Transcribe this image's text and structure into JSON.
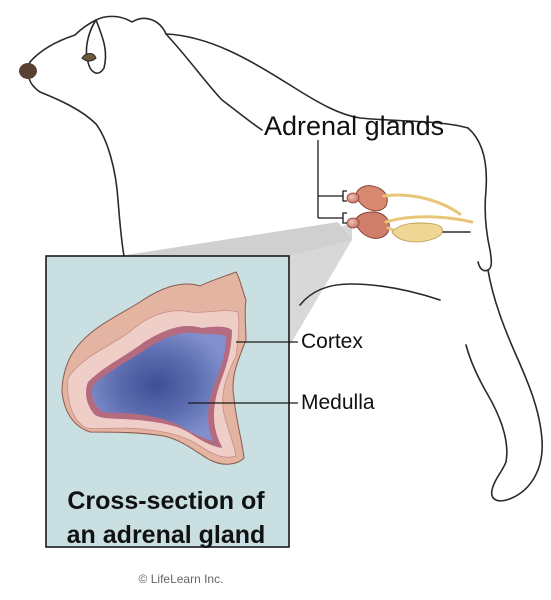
{
  "labels": {
    "adrenal_glands": "Adrenal glands",
    "cortex": "Cortex",
    "medulla": "Medulla"
  },
  "caption": {
    "line1": "Cross-section of",
    "line2": "an adrenal gland"
  },
  "credit": "© LifeLearn Inc.",
  "colors": {
    "inset_background": "#c9dfe2",
    "cortex_outer": "#e2b4a1",
    "cortex_band": "#f0cec8",
    "cortex_rim": "#b46b80",
    "medulla": "#6c7dbd",
    "medulla_center": "#3f4f95",
    "kidney": "#cf7e6c",
    "vessel": "#f0d694",
    "outline": "#2a2a2a"
  }
}
